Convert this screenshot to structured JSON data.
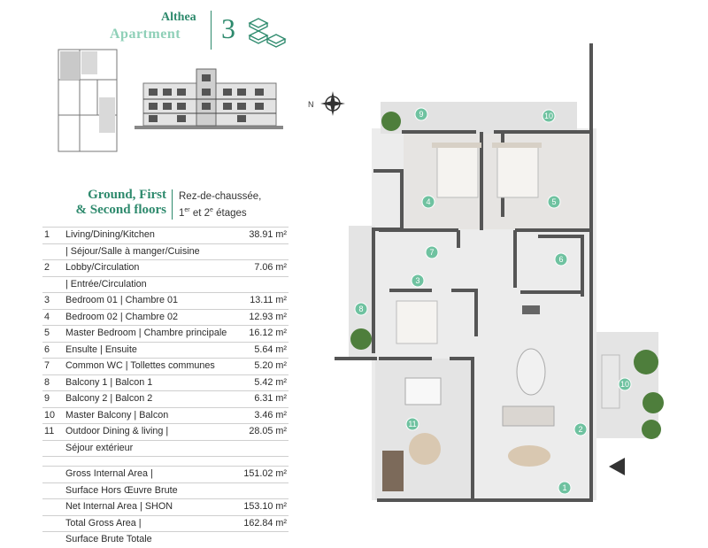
{
  "header": {
    "brand": "Althea",
    "type": "Apartment",
    "bedrooms": "3"
  },
  "floors": {
    "title_line1": "Ground, First",
    "title_line2": "& Second floors",
    "subtitle_line1": "Rez-de-chaussée,",
    "subtitle_line2_a": "1",
    "subtitle_line2_sup1": "er",
    "subtitle_line2_b": " et 2",
    "subtitle_line2_sup2": "e",
    "subtitle_line2_c": " étages"
  },
  "schedule": {
    "rows": [
      {
        "num": "1",
        "label": "Living/Dining/Kitchen",
        "value": "38.91 m²"
      },
      {
        "num": "",
        "label": " | Séjour/Salle à manger/Cuisine",
        "value": ""
      },
      {
        "num": "2",
        "label": "Lobby/Circulation",
        "value": "7.06 m²"
      },
      {
        "num": "",
        "label": " | Entrée/Circulation",
        "value": ""
      },
      {
        "num": "3",
        "label": "Bedroom 01 | Chambre 01",
        "value": "13.11 m²"
      },
      {
        "num": "4",
        "label": "Bedroom 02 | Chambre 02",
        "value": "12.93 m²"
      },
      {
        "num": "5",
        "label": "Master Bedroom | Chambre principale",
        "value": "16.12 m²"
      },
      {
        "num": "6",
        "label": "Ensulte | Ensuite",
        "value": "5.64 m²"
      },
      {
        "num": "7",
        "label": "Common WC | Tollettes communes",
        "value": "5.20 m²"
      },
      {
        "num": "8",
        "label": "Balcony 1 | Balcon 1",
        "value": "5.42 m²"
      },
      {
        "num": "9",
        "label": "Balcony 2 | Balcon 2",
        "value": "6.31 m²"
      },
      {
        "num": "10",
        "label": "Master Balcony | Balcon",
        "value": "3.46 m²"
      },
      {
        "num": "11",
        "label": "Outdoor Dining & living |",
        "value": "28.05 m²"
      },
      {
        "num": "",
        "label": "Séjour extérieur",
        "value": ""
      }
    ],
    "totals": [
      {
        "label": "Gross Internal Area |",
        "value": "151.02 m²"
      },
      {
        "label": "Surface Hors Œuvre Brute",
        "value": ""
      },
      {
        "label": "Net Internal Area | SHON",
        "value": "153.10 m²"
      },
      {
        "label": "Total Gross Area |",
        "value": "162.84 m²"
      },
      {
        "label": "Surface Brute Totale",
        "value": ""
      }
    ]
  },
  "plan": {
    "room_markers": [
      "1",
      "2",
      "3",
      "4",
      "5",
      "6",
      "7",
      "8",
      "9",
      "10",
      "10",
      "11"
    ],
    "compass_label": "N"
  },
  "colors": {
    "accent": "#2e8a6d",
    "accent_light": "#8fd0b8",
    "marker": "#6fc2a0"
  }
}
